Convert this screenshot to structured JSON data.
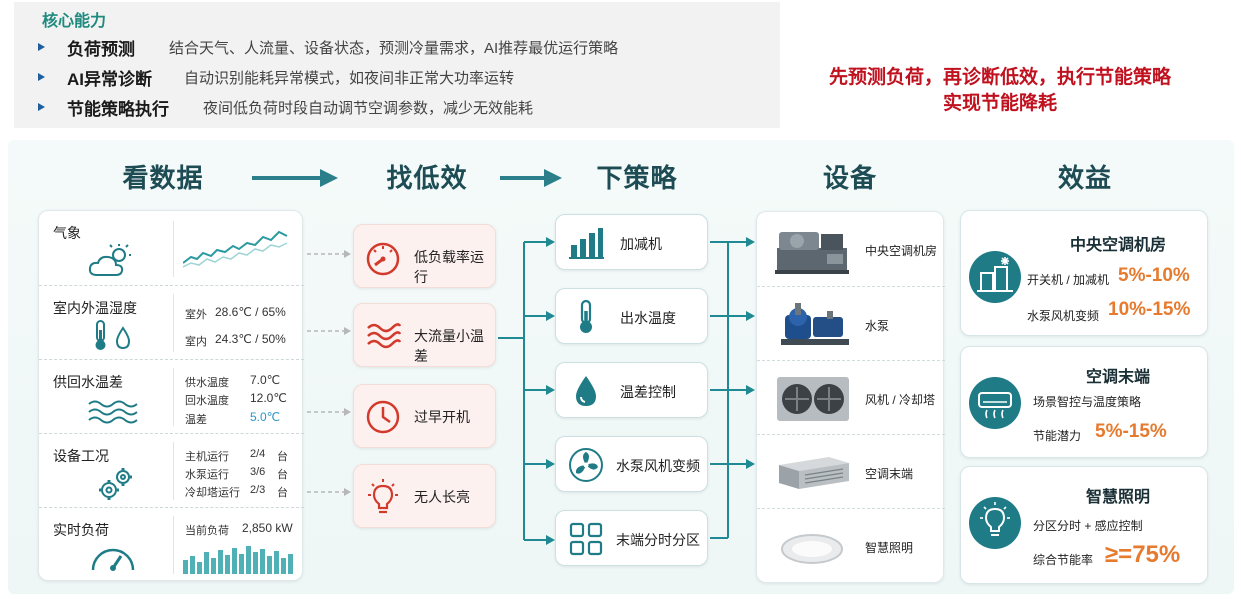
{
  "header": {
    "title": "核心能力",
    "capabilities": [
      {
        "name": "负荷预测",
        "desc": "结合天气、人流量、设备状态，预测冷量需求，AI推荐最优运行策略"
      },
      {
        "name": "AI异常诊断",
        "desc": "自动识别能耗异常模式，如夜间非正常大功率运转"
      },
      {
        "name": "节能策略执行",
        "desc": "夜间低负荷时段自动调节空调参数，减少无效能耗"
      }
    ],
    "slogan_line1": "先预测负荷，再诊断低效，执行节能策略",
    "slogan_line2": "实现节能降耗"
  },
  "columns": {
    "data": "看数据",
    "low": "找低效",
    "strategy": "下策略",
    "equipment": "设备",
    "benefit": "效益"
  },
  "data_panel": {
    "weather": {
      "label": "气象"
    },
    "humidity": {
      "label": "室内外温湿度",
      "outdoor_k": "室外",
      "outdoor_v": "28.6℃ / 65%",
      "indoor_k": "室内",
      "indoor_v": "24.3℃ / 50%"
    },
    "water": {
      "label": "供回水温差",
      "supply_k": "供水温度",
      "supply_v": "7.0℃",
      "return_k": "回水温度",
      "return_v": "12.0℃",
      "diff_k": "温差",
      "diff_v": "5.0℃"
    },
    "equipment_status": {
      "label": "设备工况",
      "chiller_k": "主机运行",
      "chiller_v": "2/4",
      "chiller_u": "台",
      "pump_k": "水泵运行",
      "pump_v": "3/6",
      "pump_u": "台",
      "tower_k": "冷却塔运行",
      "tower_v": "2/3",
      "tower_u": "台"
    },
    "load": {
      "label": "实时负荷",
      "current_k": "当前负荷",
      "current_v": "2,850 kW"
    }
  },
  "low_efficiency": [
    {
      "label": "低负载率运行",
      "icon": "gauge-icon"
    },
    {
      "label": "大流量小温差",
      "icon": "heat-wave-icon"
    },
    {
      "label": "过早开机",
      "icon": "clock-icon"
    },
    {
      "label": "无人长亮",
      "icon": "lightbulb-icon"
    }
  ],
  "strategies": [
    {
      "label": "加减机",
      "icon": "bar-chart-icon"
    },
    {
      "label": "出水温度",
      "icon": "thermometer-icon"
    },
    {
      "label": "温差控制",
      "icon": "water-drop-icon"
    },
    {
      "label": "水泵风机变频",
      "icon": "fan-icon"
    },
    {
      "label": "末端分时分区",
      "icon": "grid-icon"
    }
  ],
  "equipment": [
    {
      "label": "中央空调机房",
      "icon": "chiller-unit-icon"
    },
    {
      "label": "水泵",
      "icon": "water-pump-icon"
    },
    {
      "label": "风机 / 冷却塔",
      "icon": "cooling-tower-icon"
    },
    {
      "label": "空调末端",
      "icon": "air-handler-icon"
    },
    {
      "label": "智慧照明",
      "icon": "ceiling-light-icon"
    }
  ],
  "benefits": {
    "central": {
      "title": "中央空调机房",
      "line1_k": "开关机 / 加减机",
      "line1_v": "5%-10%",
      "line2_k": "水泵风机变频",
      "line2_v": "10%-15%"
    },
    "terminal": {
      "title": "空调末端",
      "line1_k": "场景智控与温度策略",
      "line2_k": "节能潜力",
      "line2_v": "5%-15%"
    },
    "lighting": {
      "title": "智慧照明",
      "line1_k": "分区分时 + 感应控制",
      "line2_k": "综合节能率",
      "line2_v": "≥=75%"
    }
  },
  "colors": {
    "teal": "#1f7c87",
    "accent_red": "#c0111f",
    "orange": "#e67a2e",
    "icon_red": "#d23a2c"
  }
}
